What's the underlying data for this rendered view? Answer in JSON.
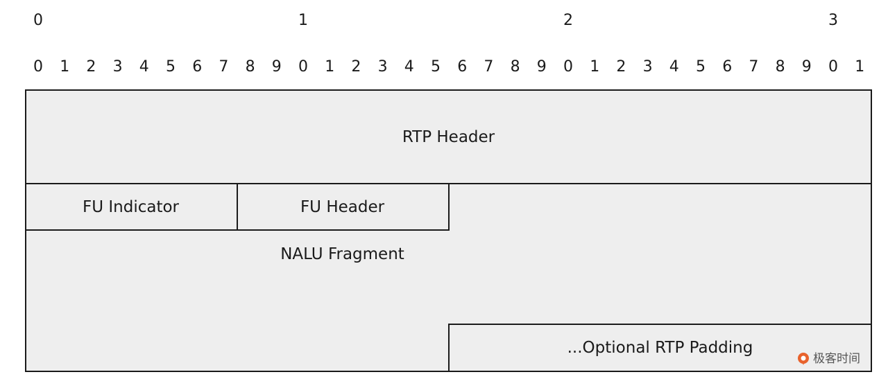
{
  "bit_ruler": {
    "tens": [
      "0",
      "1",
      "2",
      "3"
    ],
    "units": [
      "0",
      "1",
      "2",
      "3",
      "4",
      "5",
      "6",
      "7",
      "8",
      "9",
      "0",
      "1",
      "2",
      "3",
      "4",
      "5",
      "6",
      "7",
      "8",
      "9",
      "0",
      "1",
      "2",
      "3",
      "4",
      "5",
      "6",
      "7",
      "8",
      "9",
      "0",
      "1"
    ]
  },
  "fields": {
    "rtp_header": "RTP Header",
    "fu_indicator": "FU Indicator",
    "fu_header": "FU Header",
    "nalu_fragment": "NALU Fragment",
    "optional_padding": "...Optional RTP Padding"
  },
  "watermark": {
    "text": "极客时间",
    "icon": "geektime-logo-icon"
  },
  "colors": {
    "field_fill": "#eeeeee",
    "line": "#1a1a1a",
    "watermark_icon": "#e8622c"
  }
}
